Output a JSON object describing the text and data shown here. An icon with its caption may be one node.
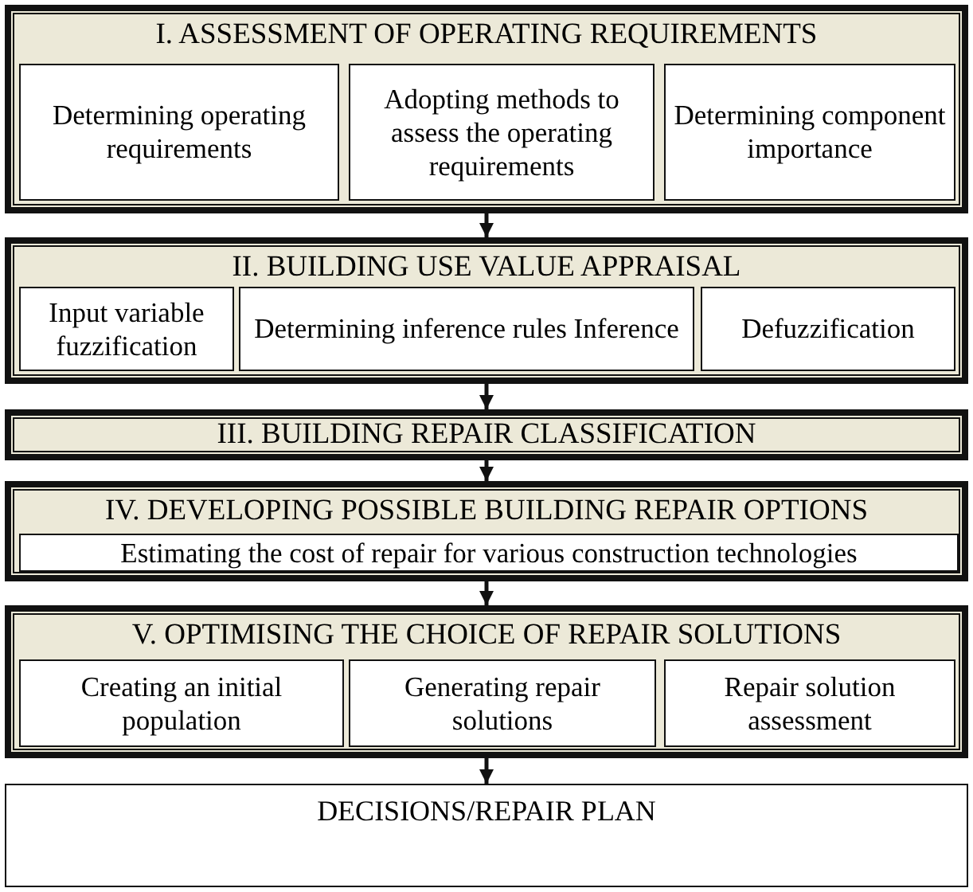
{
  "diagram": {
    "nodes": [
      {
        "text": [
          "I. ASSESSMENT OF OPERATING REQUIREMENTS"
        ]
      },
      {
        "text": [
          "Determining operating requirements"
        ],
        "in": 0
      },
      {
        "text": [
          "Adopting methods to assess the operating requirements"
        ],
        "in": 0
      },
      {
        "text": [
          "Determining component importance"
        ],
        "in": 0
      },
      {
        "text": [
          "II. BUILDING USE VALUE APPRAISAL"
        ]
      },
      {
        "text": [
          "Input variable fuzzification"
        ],
        "in": 4
      },
      {
        "text": [
          "Determining inference rules Inference"
        ],
        "in": 4
      },
      {
        "text": [
          "Defuzzification"
        ],
        "in": 4
      },
      {
        "text": [
          "III. BUILDING REPAIR CLASSIFICATION"
        ]
      },
      {
        "text": [
          "IV. DEVELOPING POSSIBLE BUILDING REPAIR OPTIONS"
        ]
      },
      {
        "text": [
          "Estimating the cost of repair for various construction technologies"
        ],
        "in": 9
      },
      {
        "text": [
          "V. OPTIMISING THE CHOICE OF REPAIR SOLUTIONS"
        ]
      },
      {
        "text": [
          "Creating an initial population"
        ],
        "in": 11
      },
      {
        "text": [
          "Generating repair solutions"
        ],
        "in": 11
      },
      {
        "text": [
          "Repair solution assessment"
        ],
        "in": 11
      },
      {
        "text": [
          "DECISIONS/REPAIR PLAN"
        ]
      }
    ],
    "edges": [
      {
        "from": 0,
        "to": 4,
        "arrow": "to"
      },
      {
        "from": 4,
        "to": 8,
        "arrow": "to"
      },
      {
        "from": 8,
        "to": 9,
        "arrow": "to"
      },
      {
        "from": 9,
        "to": 11,
        "arrow": "to"
      },
      {
        "from": 11,
        "to": 15,
        "arrow": "to"
      }
    ]
  }
}
